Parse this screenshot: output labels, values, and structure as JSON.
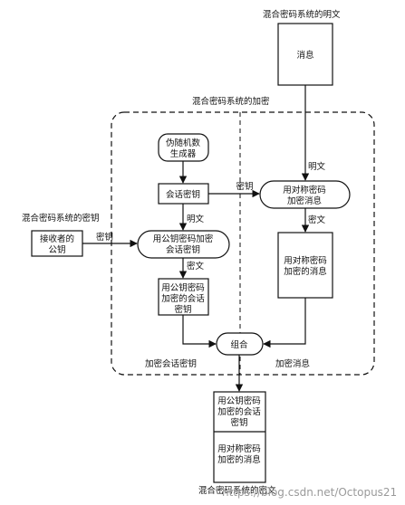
{
  "top_label": "混合密码系统的明文",
  "message": "消息",
  "region_title": "混合密码系统的加密",
  "prng": [
    "伪随机数",
    "生成器"
  ],
  "session_key": "会话密钥",
  "key_label_1": "密钥",
  "key_label_2": "密钥",
  "plaintext_label_1": "明文",
  "plaintext_label_2": "明文",
  "ciphertext_label_1": "密文",
  "ciphertext_label_2": "密文",
  "sym_encrypt": [
    "用对称密码",
    "加密消息"
  ],
  "sym_encrypted_msg": [
    "用对称密码",
    "加密的消息"
  ],
  "recipient_key_title": "混合密码系统的密钥",
  "recipient_key": [
    "接收者的",
    "公钥"
  ],
  "pk_encrypt": [
    "用公钥密码加密",
    "会话密钥"
  ],
  "pk_encrypted_key": [
    "用公钥密码",
    "加密的会话",
    "密钥"
  ],
  "combine": "组合",
  "enc_session_key_label": "加密会话密钥",
  "enc_message_label": "加密消息",
  "output_top": [
    "用公钥密码",
    "加密的会话",
    "密钥"
  ],
  "output_bottom": [
    "用对称密码",
    "加密的消息"
  ],
  "bottom_label": "混合密码系统的密文",
  "watermark": "https://blog.csdn.net/Octopus21"
}
